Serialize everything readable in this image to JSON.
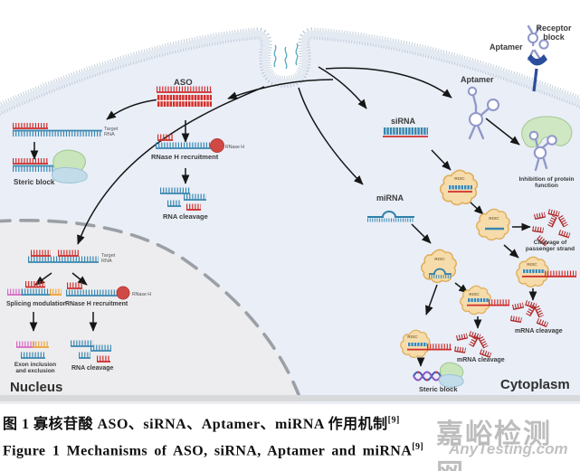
{
  "figure": {
    "labels": {
      "aso": "ASO",
      "sirna": "siRNA",
      "mirna": "miRNA",
      "aptamer": "Aptamer",
      "receptor_block": "Receptor block",
      "inhibition": "Inhibition of protein function",
      "rnase_h": "RNase H",
      "rnase_h_recruitment": "RNase H recruitment",
      "rna_cleavage": "RNA cleavage",
      "target_rna": "Target RNA",
      "steric_block": "Steric block",
      "risc": "RISC",
      "cleavage_passenger": "Cleavage of passenger strand",
      "mrna_cleavage": "mRNA cleavage",
      "splicing_modulation": "Splicing modulation",
      "exon_inclusion": "Exon inclusion and exclusion",
      "nucleus": "Nucleus",
      "cytoplasm": "Cytoplasm"
    },
    "colors": {
      "antisense_red": "#cf2f2d",
      "rna_blue": "#3a87b0",
      "fragment_red": "#b02828",
      "risc_fill": "#f6dcaa",
      "risc_stroke": "#e0ac56",
      "protein_green": "#c9e5bb",
      "membrane_gray_blue": "#b7c2d2",
      "cytoplasm_bg": "#e9eef7",
      "nucleus_bg": "#ededef",
      "receptor_navy": "#2b4d9b",
      "aptamer_lavender": "#8f97c9",
      "splice_pink": "#d86ac4",
      "splice_orange": "#eda33c"
    }
  },
  "captions": {
    "cn_text": "图 1 寡核苷酸 ASO、siRNA、Aptamer、miRNA 作用机制",
    "cn_sup": "[9]",
    "en_text": "Figure 1 Mechanisms of ASO, siRNA, Aptamer and miRNA",
    "en_sup": "[9]"
  },
  "watermark": {
    "line1": "嘉峪检测网",
    "line2": "AnyTesting.com"
  }
}
